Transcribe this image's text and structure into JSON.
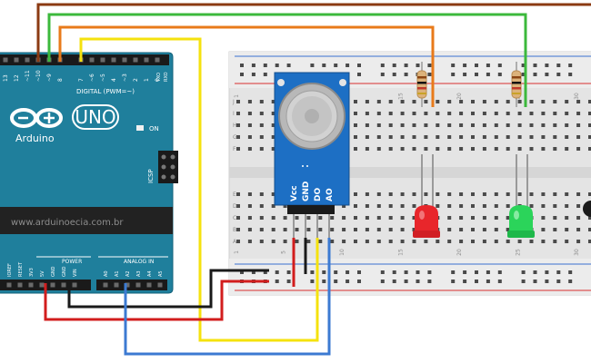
{
  "arduino": {
    "brand": "Arduino",
    "model": "UNO",
    "website": "www.arduinoecia.com.br",
    "labels": {
      "digital": "DIGITAL (PWM=~)",
      "on": "ON",
      "icsp": "ICSP",
      "power": "POWER",
      "analog_in": "ANALOG IN",
      "tx": "TXO",
      "rx": "RXO"
    },
    "digital_pins": [
      "13",
      "12",
      "~11",
      "~10",
      "~9",
      "8",
      "7",
      "~6",
      "~5",
      "4",
      "~3",
      "2",
      "1",
      "0"
    ],
    "power_pins": [
      "IOREF",
      "RESET",
      "3V3",
      "5V",
      "GND",
      "GND",
      "VIN"
    ],
    "analog_pins": [
      "A0",
      "A1",
      "A2",
      "A3",
      "A4",
      "A5"
    ]
  },
  "sensor": {
    "pins": [
      "Vcc",
      "GND",
      "DO",
      "AO"
    ]
  },
  "breadboard": {
    "column_labels": [
      "1",
      "5",
      "10",
      "15",
      "20",
      "25",
      "30"
    ],
    "row_labels_top": [
      "J",
      "I",
      "H",
      "G",
      "F"
    ],
    "row_labels_bottom": [
      "E",
      "D",
      "C",
      "B",
      "A"
    ]
  },
  "leds": [
    {
      "color": "red",
      "hex": "#e8262b"
    },
    {
      "color": "green",
      "hex": "#2bd45a"
    }
  ],
  "wire_colors": {
    "brown": "#8b3a12",
    "orange": "#e87a1a",
    "green": "#3cb93c",
    "yellow": "#f5e20e",
    "red": "#d21d1d",
    "black": "#1a1a1a",
    "blue": "#3c7ad2"
  }
}
